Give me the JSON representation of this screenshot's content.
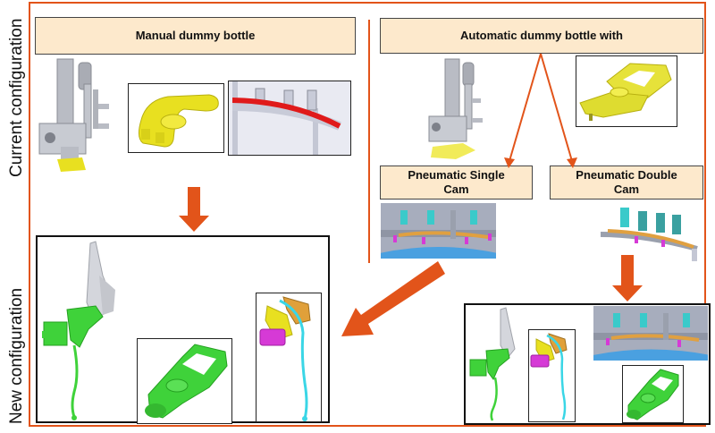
{
  "side_labels": {
    "current": "Current configuration",
    "new": "New configuration"
  },
  "headers": {
    "manual": "Manual dummy bottle",
    "automatic": "Automatic dummy bottle with",
    "pneumatic_single": "Pneumatic Single Cam",
    "pneumatic_double": "Pneumatic Double Cam"
  },
  "colors": {
    "accent": "#e2541a",
    "header_fill": "#fde9cc",
    "part_yellow": "#e8e020",
    "part_green": "#3fd23a",
    "part_magenta": "#d63ad6",
    "part_cyan": "#3ad6e6",
    "part_gray": "#b9bcc4",
    "rail_red": "#e01a1a",
    "rail_blue": "#4a9ee0"
  },
  "images": [
    {
      "id": "manual-gripper-assembly",
      "desc": "gray dummy bottle gripper assembly with yellow cam"
    },
    {
      "id": "manual-yellow-cam",
      "desc": "yellow cam part"
    },
    {
      "id": "manual-rail",
      "desc": "rail with red cam track"
    },
    {
      "id": "auto-gripper-assembly",
      "desc": "gray gripper assembly with yellow cam"
    },
    {
      "id": "auto-yellow-cam",
      "desc": "yellow automatic cam part"
    },
    {
      "id": "single-cam-rail",
      "desc": "pneumatic single cam rail"
    },
    {
      "id": "double-cam-rail",
      "desc": "pneumatic double cam rail"
    },
    {
      "id": "new-green-assembly",
      "desc": "green new gripper assembly"
    },
    {
      "id": "new-green-cam",
      "desc": "green cam part"
    },
    {
      "id": "new-magenta-assembly",
      "desc": "magenta/yellow/cyan assembly"
    }
  ]
}
